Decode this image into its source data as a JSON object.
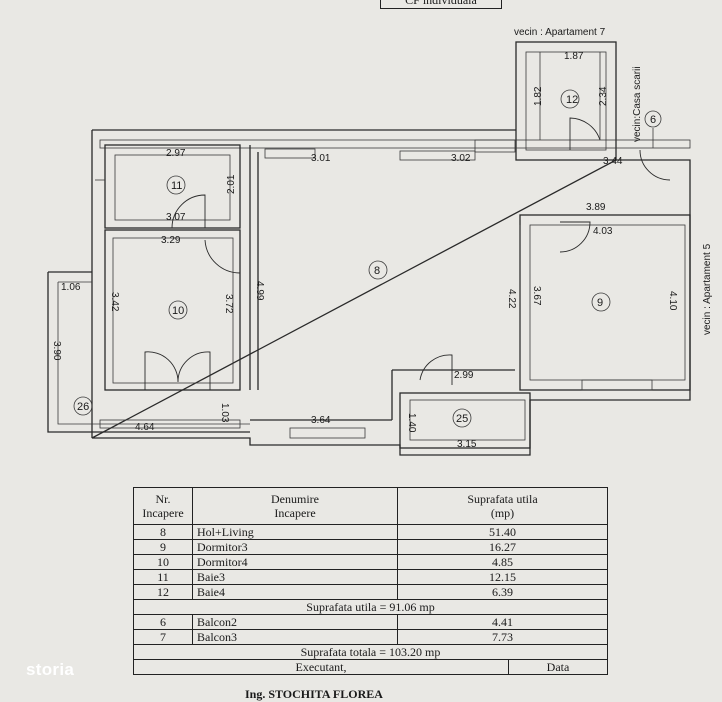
{
  "header": {
    "fragment": "CF individuala"
  },
  "neighbors": {
    "top": "vecin : Apartament 7",
    "right": "vecin : Apartament 5",
    "stairs": "vecin:Casa scarii"
  },
  "rooms": {
    "r8": "8",
    "r9": "9",
    "r10": "10",
    "r11": "11",
    "r12": "12",
    "r25": "25",
    "r26": "26",
    "r6": "6"
  },
  "dims": {
    "d187": "1.87",
    "d182": "1.82",
    "d234": "2.34",
    "d297": "2.97",
    "d301": "3.01",
    "d302": "3.02",
    "d344": "3.44",
    "d201": "2.01",
    "d307": "3.07",
    "d329": "3.29",
    "d499": "4.99",
    "d342": "3.42",
    "d372": "3.72",
    "d106": "1.06",
    "d390": "3.90",
    "d464": "4.64",
    "d103": "1.03",
    "d364": "3.64",
    "d389": "3.89",
    "d403": "4.03",
    "d422": "4.22",
    "d367": "3.67",
    "d410": "4.10",
    "d299": "2.99",
    "d140": "1.40",
    "d315": "3.15"
  },
  "table": {
    "h_nr": "Nr.",
    "h_incapere": "Incapere",
    "h_denumire": "Denumire",
    "h_denumire2": "Incapere",
    "h_suprafata": "Suprafata utila",
    "h_mp": "(mp)",
    "rows": [
      {
        "nr": "8",
        "name": "Hol+Living",
        "area": "51.40"
      },
      {
        "nr": "9",
        "name": "Dormitor3",
        "area": "16.27"
      },
      {
        "nr": "10",
        "name": "Dormitor4",
        "area": "4.85"
      },
      {
        "nr": "11",
        "name": "Baie3",
        "area": "12.15"
      },
      {
        "nr": "12",
        "name": "Baie4",
        "area": "6.39"
      }
    ],
    "total_utila": "Suprafata utila = 91.06 mp",
    "balcony_rows": [
      {
        "nr": "6",
        "name": "Balcon2",
        "area": "4.41"
      },
      {
        "nr": "7",
        "name": "Balcon3",
        "area": "7.73"
      }
    ],
    "total": "Suprafata totala = 103.20 mp",
    "executant": "Executant,",
    "data": "Data"
  },
  "engineer": "Ing. STOCHITA FLOREA",
  "watermark": "storia"
}
